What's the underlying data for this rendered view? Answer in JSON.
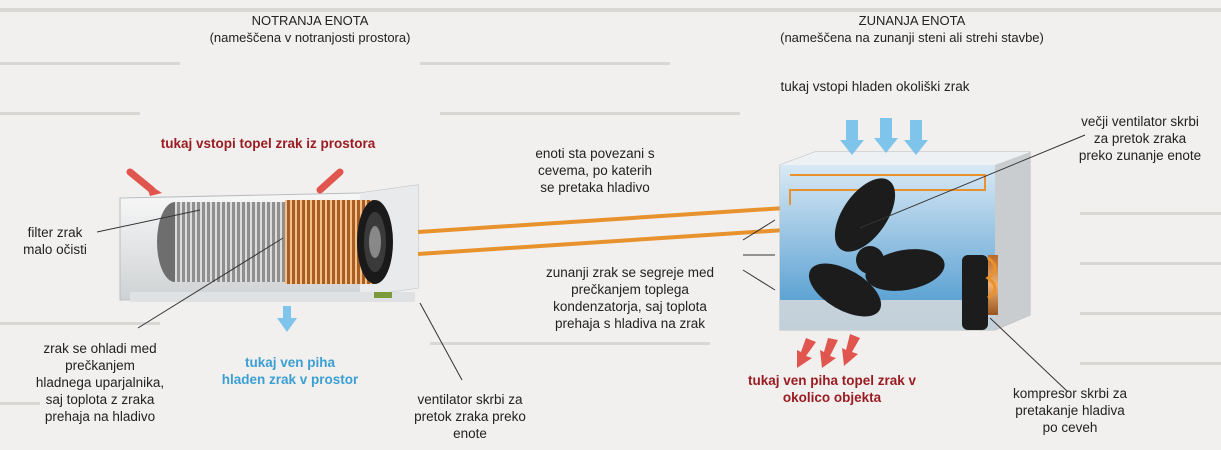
{
  "indoor_unit": {
    "title": "NOTRANJA ENOTA",
    "subtitle": "(nameščena v notranjosti prostora)"
  },
  "outdoor_unit": {
    "title": "ZUNANJA ENOTA",
    "subtitle": "(nameščena na zunanji steni ali strehi stavbe)"
  },
  "labels": {
    "warm_air_in": "tukaj vstopi topel zrak iz prostora",
    "filter": [
      "filter zrak",
      "malo očisti"
    ],
    "evaporator": [
      "zrak se ohladi med",
      "prečkanjem",
      "hladnega uparjalnika,",
      "saj toplota z zraka",
      "prehaja na hladivo"
    ],
    "cold_air_out": [
      "tukaj ven piha",
      "hladen zrak v prostor"
    ],
    "indoor_fan": [
      "ventilator skrbi za",
      "pretok zraka preko",
      "enote"
    ],
    "pipes": [
      "enoti sta povezani s",
      "cevema, po katerih",
      "se pretaka hladivo"
    ],
    "condenser": [
      "zunanji zrak se segreje med",
      "prečkanjem toplega",
      "kondenzatorja, saj toplota",
      "prehaja s hladiva na zrak"
    ],
    "cold_air_in": "tukaj vstopi hladen okoliški zrak",
    "outdoor_fan": [
      "večji ventilator skrbi",
      "za pretok zraka",
      "preko zunanje enote"
    ],
    "warm_air_out": [
      "tukaj ven piha topel zrak v",
      "okolico objekta"
    ],
    "compressor": [
      "kompresor skrbi za",
      "pretakanje hladiva",
      "po ceveh"
    ]
  },
  "colors": {
    "warm_label": "#9a1c22",
    "cold_label": "#3b9fd3",
    "warm_arrow": "#e0554d",
    "cold_arrow": "#7fc4ea",
    "pipe": "#e8922e"
  }
}
